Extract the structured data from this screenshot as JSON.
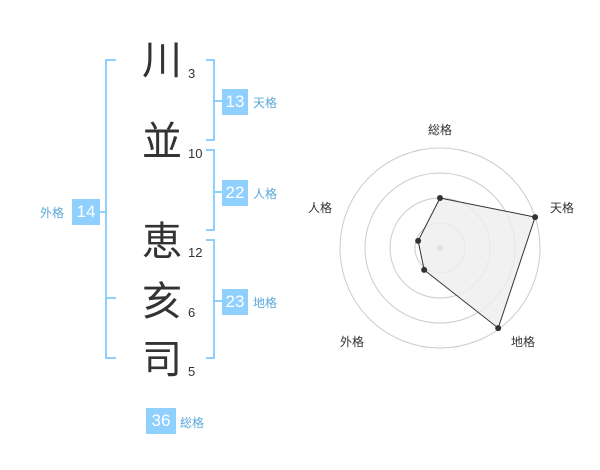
{
  "name": {
    "characters": [
      {
        "char": "川",
        "strokes": "3"
      },
      {
        "char": "並",
        "strokes": "10"
      },
      {
        "char": "恵",
        "strokes": "12"
      },
      {
        "char": "亥",
        "strokes": "6"
      },
      {
        "char": "司",
        "strokes": "5"
      }
    ]
  },
  "fortunes": {
    "tenkaku": {
      "value": "13",
      "label": "天格"
    },
    "jinkaku": {
      "value": "22",
      "label": "人格"
    },
    "chikaku": {
      "value": "23",
      "label": "地格"
    },
    "gaikaku": {
      "value": "14",
      "label": "外格"
    },
    "soukaku": {
      "value": "36",
      "label": "総格"
    }
  },
  "colors": {
    "bracket": "#8fd0ff",
    "badge": "#8fd0ff",
    "badge_label": "#5aa8d8",
    "radar_grid": "#cccccc",
    "radar_fill": "#eeeeee",
    "radar_line": "#333333"
  },
  "chart_data": {
    "type": "radar",
    "axes": [
      "総格",
      "天格",
      "地格",
      "外格",
      "人格"
    ],
    "values": [
      0.5,
      1.0,
      0.99,
      0.27,
      0.23
    ],
    "rings": 4
  }
}
